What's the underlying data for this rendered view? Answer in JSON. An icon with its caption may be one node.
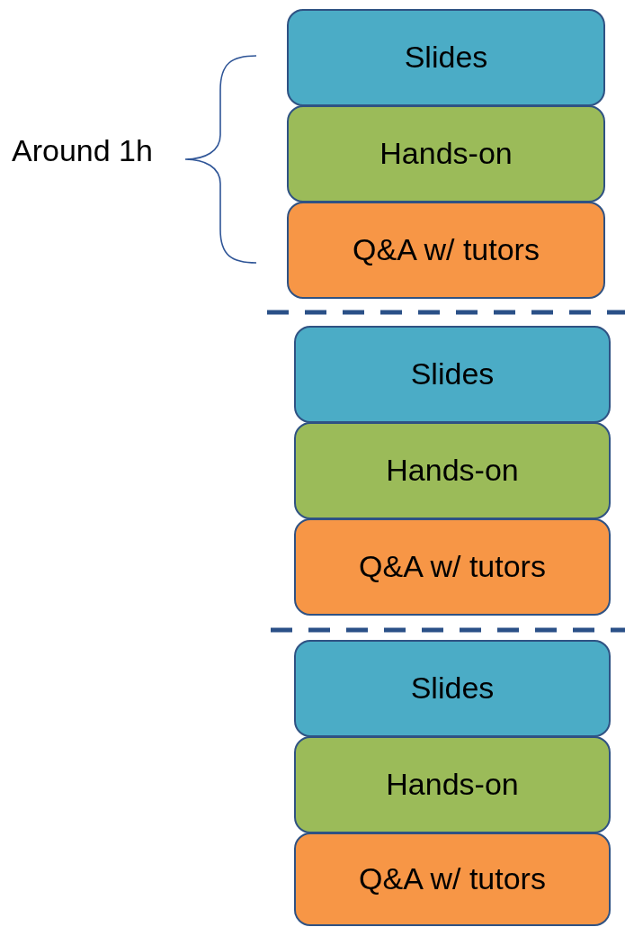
{
  "diagram": {
    "nodes": [
      {
        "text": [
          "Slides"
        ]
      },
      {
        "text": [
          "Hands-on"
        ]
      },
      {
        "text": [
          "Q&A w/ tutors"
        ]
      },
      {
        "text": [
          "Slides"
        ]
      },
      {
        "text": [
          "Hands-on"
        ]
      },
      {
        "text": [
          "Q&A w/ tutors"
        ]
      },
      {
        "text": [
          "Slides"
        ]
      },
      {
        "text": [
          "Hands-on"
        ]
      },
      {
        "text": [
          "Q&A w/ tutors"
        ]
      }
    ],
    "labels": [
      "Around 1h"
    ]
  }
}
